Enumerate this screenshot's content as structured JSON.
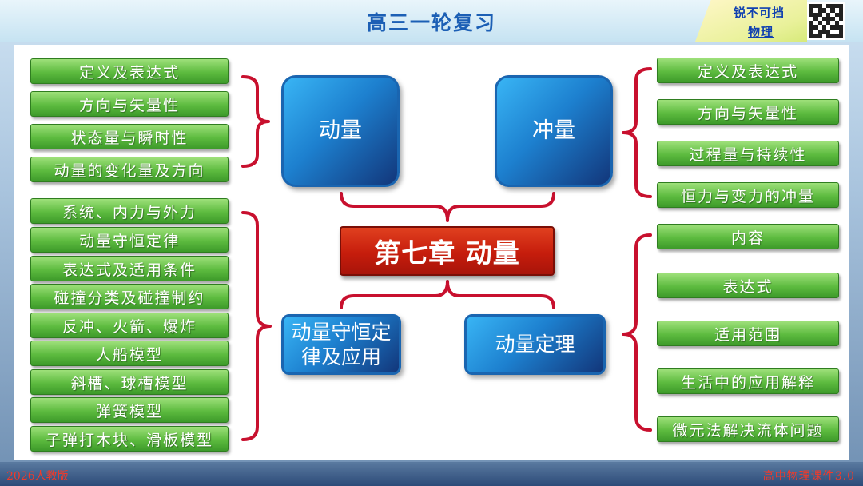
{
  "header": {
    "title": "高三一轮复习"
  },
  "brand": {
    "line1": "锐不可挡",
    "line2": "物理"
  },
  "footer": {
    "left": "2026人教版",
    "right": "高中物理课件3.0"
  },
  "center": {
    "title": "第七章 动量"
  },
  "topics": {
    "momentum": "动量",
    "impulse": "冲量",
    "conservation": "动量守恒定律及应用",
    "theorem": "动量定理"
  },
  "left_upper": [
    "定义及表达式",
    "方向与矢量性",
    "状态量与瞬时性",
    "动量的变化量及方向"
  ],
  "left_lower": [
    "系统、内力与外力",
    "动量守恒定律",
    "表达式及适用条件",
    "碰撞分类及碰撞制约",
    "反冲、火箭、爆炸",
    "人船模型",
    "斜槽、球槽模型",
    "弹簧模型",
    "子弹打木块、滑板模型"
  ],
  "right_upper": [
    "定义及表达式",
    "方向与矢量性",
    "过程量与持续性",
    "恒力与变力的冲量"
  ],
  "right_lower": [
    "内容",
    "表达式",
    "适用范围",
    "生活中的应用解释",
    "微元法解决流体问题"
  ],
  "colors": {
    "title": "#1c5fb5",
    "bracket": "#c8102e",
    "green": "#5dbb3f",
    "blue": "#1d80cf",
    "red": "#c61d0c"
  }
}
